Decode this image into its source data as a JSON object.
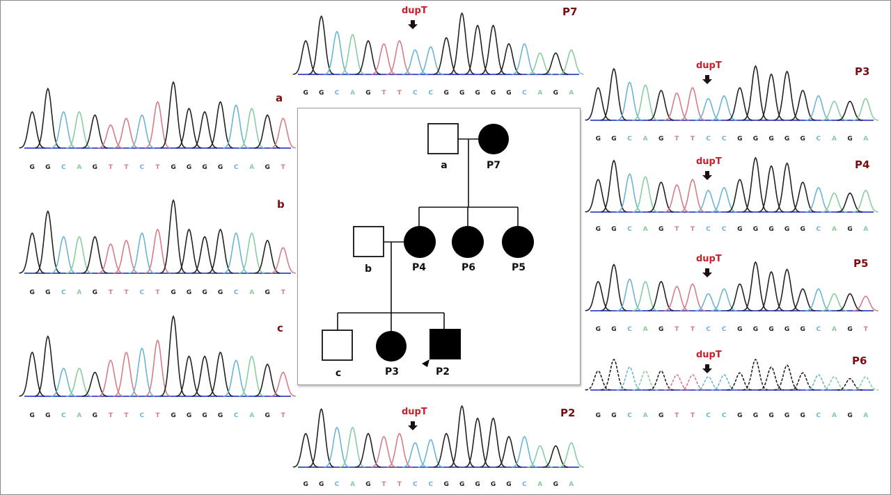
{
  "colors": {
    "G": "#222222",
    "C": "#6ab4d6",
    "A": "#86cf9c",
    "T": "#d77c86",
    "baseline": "#4a5bd0",
    "label": "#7a0d12",
    "dup": "#c8202a"
  },
  "mutation_label": "dupT",
  "panels": [
    {
      "id": "a",
      "label": "a",
      "sequence": "GGCAGTTCTGGGGCAGT",
      "mutant": false,
      "peak_heights": [
        0.55,
        0.9,
        0.55,
        0.55,
        0.5,
        0.35,
        0.45,
        0.5,
        0.7,
        1.0,
        0.6,
        0.55,
        0.7,
        0.65,
        0.6,
        0.5,
        0.45
      ]
    },
    {
      "id": "b",
      "label": "b",
      "sequence": "GGCAGTTCTGGGGCAGT",
      "mutant": false,
      "peak_heights": [
        0.55,
        0.85,
        0.5,
        0.5,
        0.5,
        0.4,
        0.45,
        0.55,
        0.6,
        1.0,
        0.6,
        0.5,
        0.6,
        0.55,
        0.55,
        0.45,
        0.35
      ]
    },
    {
      "id": "c",
      "label": "c",
      "sequence": "GGCAGTTCTGGGGCAGT",
      "mutant": false,
      "peak_heights": [
        0.55,
        0.75,
        0.35,
        0.35,
        0.3,
        0.45,
        0.55,
        0.6,
        0.7,
        1.0,
        0.5,
        0.5,
        0.55,
        0.45,
        0.5,
        0.4,
        0.3
      ]
    },
    {
      "id": "P7",
      "label": "P7",
      "sequence": "GGCAGTTCCGGGGGCAGA",
      "mutant": true,
      "peak_heights": [
        0.55,
        0.95,
        0.7,
        0.65,
        0.55,
        0.5,
        0.55,
        0.4,
        0.45,
        0.6,
        1.0,
        0.8,
        0.8,
        0.5,
        0.5,
        0.35,
        0.35,
        0.4
      ]
    },
    {
      "id": "P2",
      "label": "P2",
      "sequence": "GGCAGTTCCGGGGGCAGA",
      "mutant": true,
      "peak_heights": [
        0.55,
        0.95,
        0.65,
        0.65,
        0.55,
        0.5,
        0.55,
        0.4,
        0.45,
        0.55,
        1.0,
        0.8,
        0.8,
        0.5,
        0.5,
        0.35,
        0.35,
        0.4
      ]
    },
    {
      "id": "P3",
      "label": "P3",
      "sequence": "GGCAGTTCCGGGGGCAGA",
      "mutant": true,
      "peak_heights": [
        0.6,
        0.95,
        0.7,
        0.65,
        0.55,
        0.5,
        0.6,
        0.4,
        0.45,
        0.6,
        1.0,
        0.85,
        0.9,
        0.55,
        0.45,
        0.35,
        0.35,
        0.4
      ]
    },
    {
      "id": "P4",
      "label": "P4",
      "sequence": "GGCAGTTCCGGGGGCAGA",
      "mutant": true,
      "peak_heights": [
        0.6,
        0.95,
        0.7,
        0.65,
        0.55,
        0.5,
        0.6,
        0.4,
        0.45,
        0.6,
        1.0,
        0.85,
        0.9,
        0.55,
        0.45,
        0.35,
        0.35,
        0.4
      ]
    },
    {
      "id": "P5",
      "label": "P5",
      "sequence": "GGCAGTTCCGGGGGCAGT",
      "mutant": true,
      "peak_heights": [
        0.6,
        0.95,
        0.65,
        0.6,
        0.6,
        0.5,
        0.55,
        0.35,
        0.45,
        0.55,
        1.0,
        0.8,
        0.85,
        0.45,
        0.45,
        0.35,
        0.35,
        0.3
      ]
    },
    {
      "id": "P6",
      "label": "P6",
      "sequence": "GGCAGTTCCGGGGGCAGA",
      "mutant": true,
      "peak_heights": [
        0.5,
        0.8,
        0.6,
        0.5,
        0.5,
        0.4,
        0.4,
        0.35,
        0.4,
        0.45,
        0.8,
        0.6,
        0.65,
        0.45,
        0.4,
        0.35,
        0.3,
        0.35
      ]
    }
  ],
  "pedigree": {
    "individuals": [
      {
        "id": "a",
        "label": "a",
        "sex": "male",
        "affected": false
      },
      {
        "id": "P7",
        "label": "P7",
        "sex": "female",
        "affected": true
      },
      {
        "id": "b",
        "label": "b",
        "sex": "male",
        "affected": false
      },
      {
        "id": "P4",
        "label": "P4",
        "sex": "female",
        "affected": true
      },
      {
        "id": "P6",
        "label": "P6",
        "sex": "female",
        "affected": true
      },
      {
        "id": "P5",
        "label": "P5",
        "sex": "female",
        "affected": true
      },
      {
        "id": "c",
        "label": "c",
        "sex": "male",
        "affected": false
      },
      {
        "id": "P3",
        "label": "P3",
        "sex": "female",
        "affected": true
      },
      {
        "id": "P2",
        "label": "P2",
        "sex": "male",
        "affected": true,
        "proband": true
      }
    ]
  }
}
